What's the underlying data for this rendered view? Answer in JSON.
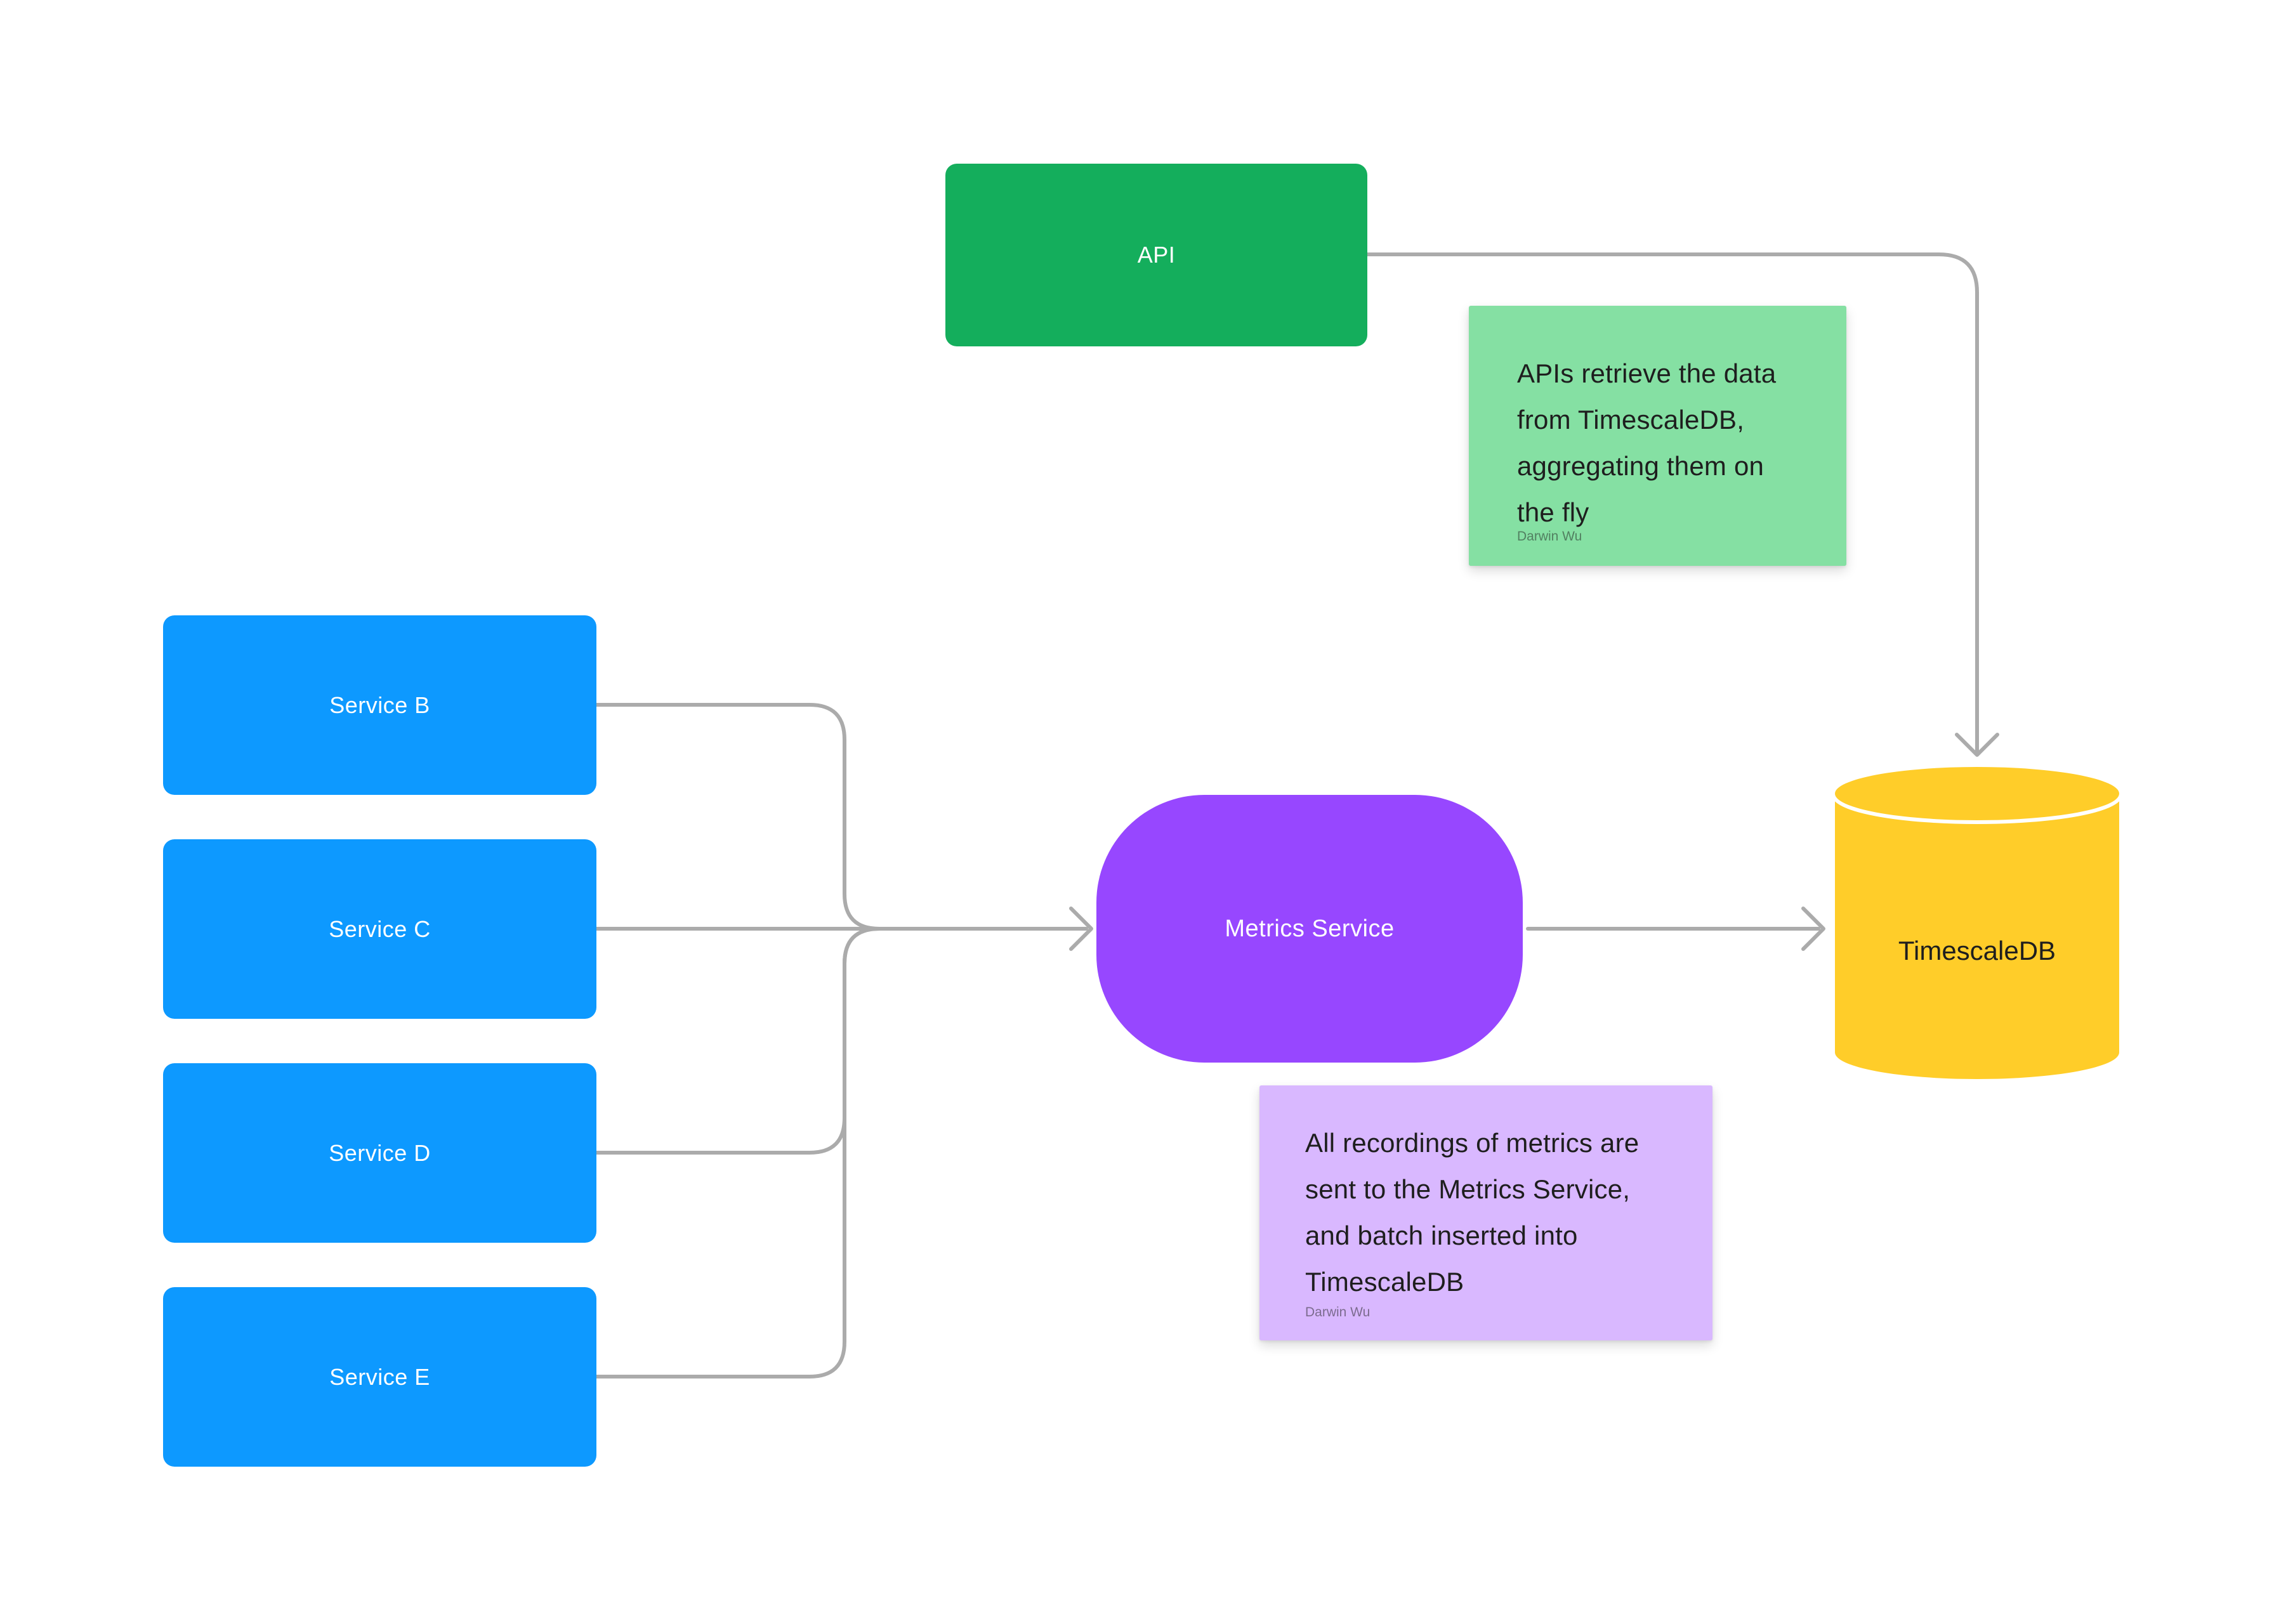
{
  "canvas": {
    "background": "#FFFFFF"
  },
  "connector": {
    "color": "#ABABAB"
  },
  "nodes": {
    "api": {
      "label": "API",
      "fill": "#14AE5C",
      "text_color": "#FFFFFF"
    },
    "services": [
      {
        "label": "Service B"
      },
      {
        "label": "Service C"
      },
      {
        "label": "Service D"
      },
      {
        "label": "Service E"
      }
    ],
    "service_fill": "#0D99FF",
    "service_text_color": "#FFFFFF",
    "metrics_service": {
      "label": "Metrics Service",
      "fill": "#9747FF",
      "text_color": "#FFFFFF"
    },
    "timescaledb": {
      "label": "TimescaleDB",
      "fill": "#FFCD29",
      "stripe_color": "#FFFFFF",
      "text_color": "#1E1E1E"
    }
  },
  "sticky_notes": {
    "api_note": {
      "text": "APIs retrieve the data from TimescaleDB, aggregating them on the fly",
      "author": "Darwin Wu",
      "fill": "#85E0A3",
      "text_color": "#1E1E1E"
    },
    "metrics_note": {
      "text": "All recordings of metrics are sent to the Metrics Service, and batch inserted into TimescaleDB",
      "author": "Darwin Wu",
      "fill": "#D9B8FF",
      "text_color": "#1E1E1E"
    }
  }
}
